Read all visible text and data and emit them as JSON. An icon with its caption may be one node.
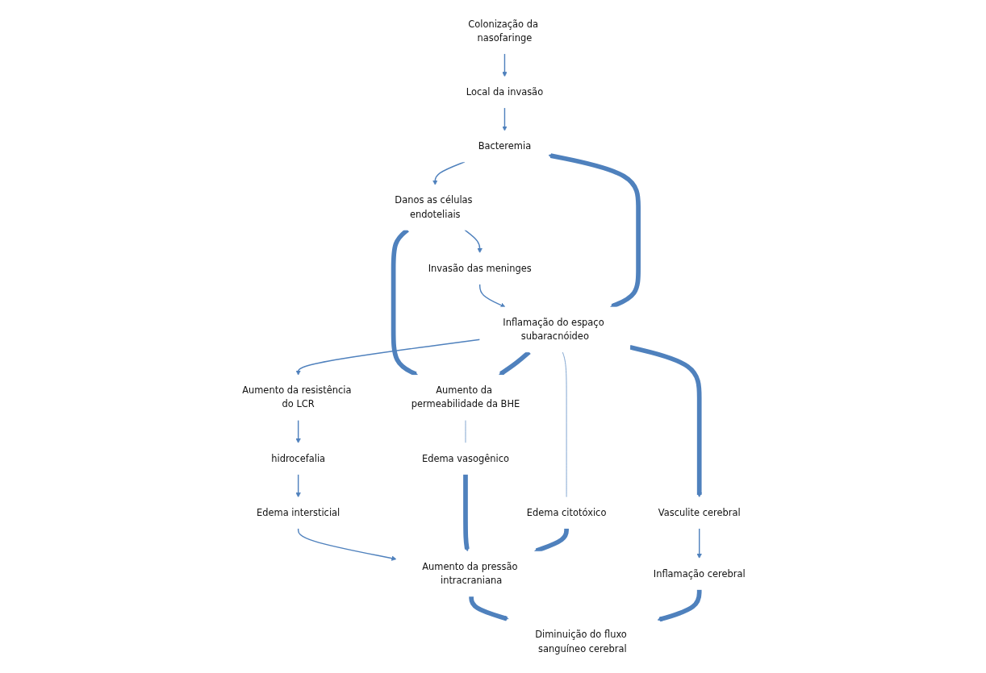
{
  "diagram": {
    "nodes": [
      {
        "text": [
          "Colonização da nasofaringe"
        ]
      },
      {
        "text": [
          "Local da invasão"
        ]
      },
      {
        "text": [
          "Bacteremia"
        ]
      },
      {
        "text": [
          "Danos as células endoteliais"
        ]
      },
      {
        "text": [
          "Invasão das meninges"
        ]
      },
      {
        "text": [
          "Aumento da permeabilidade da BHE"
        ]
      },
      {
        "text": [
          "Inflamação do espaço subaracnóideo"
        ]
      },
      {
        "text": [
          "Vasculite cerebral"
        ]
      },
      {
        "text": [
          "Aumento da resistência do LCR"
        ]
      },
      {
        "text": [
          "hidrocefalia"
        ]
      },
      {
        "text": [
          "Edema vasogênico"
        ]
      },
      {
        "text": [
          "Edema intersticial"
        ]
      },
      {
        "text": [
          "Edema citotóxico"
        ]
      },
      {
        "text": [
          "Aumento da pressão intracraniana"
        ]
      },
      {
        "text": [
          "Inflamação cerebral"
        ]
      },
      {
        "text": [
          "Diminuição do fluxo sanguíneo cerebral"
        ]
      }
    ],
    "edges": [
      {
        "from": 0,
        "to": 1,
        "arrow": "to"
      },
      {
        "from": 1,
        "to": 2,
        "arrow": "to"
      },
      {
        "from": 2,
        "to": 3,
        "arrow": "to"
      },
      {
        "from": 3,
        "to": 4,
        "arrow": "to"
      },
      {
        "from": 3,
        "to": 5,
        "arrow": "to",
        "style": "thick"
      },
      {
        "from": 4,
        "to": 6,
        "arrow": "to"
      },
      {
        "from": 6,
        "to": 2,
        "arrow": "both",
        "style": "thick"
      },
      {
        "from": 6,
        "to": 5,
        "arrow": "to",
        "style": "thick"
      },
      {
        "from": 6,
        "to": 7,
        "arrow": "to",
        "style": "thick"
      },
      {
        "from": 6,
        "to": 8,
        "arrow": "to"
      },
      {
        "from": 8,
        "to": 9,
        "arrow": "to"
      },
      {
        "from": 9,
        "to": 11,
        "arrow": "to"
      },
      {
        "from": 5,
        "to": 10,
        "arrow": "none"
      },
      {
        "from": 6,
        "to": 12,
        "arrow": "none"
      },
      {
        "from": 7,
        "to": 14,
        "arrow": "to"
      },
      {
        "from": 11,
        "to": 13,
        "arrow": "to"
      },
      {
        "from": 10,
        "to": 13,
        "arrow": "to",
        "style": "thick"
      },
      {
        "from": 12,
        "to": 13,
        "arrow": "to",
        "style": "thick"
      },
      {
        "from": 13,
        "to": 15,
        "arrow": "to",
        "style": "thick"
      },
      {
        "from": 14,
        "to": 15,
        "arrow": "to",
        "style": "thick"
      }
    ]
  }
}
